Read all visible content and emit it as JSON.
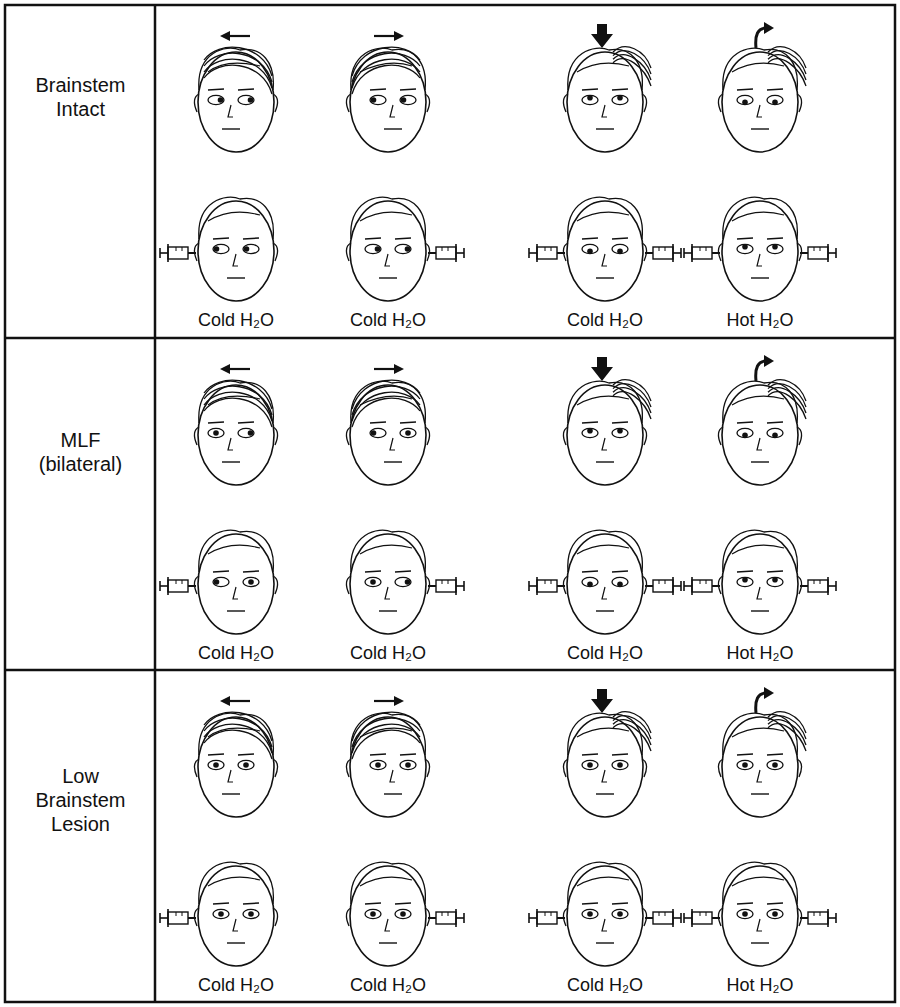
{
  "diagram": {
    "nodes": [
      {
        "text": [
          "Brainstem Intact"
        ]
      },
      {
        "text": [
          "MLF (bilateral)"
        ]
      },
      {
        "text": [
          "Low Brainstem Lesion"
        ]
      }
    ],
    "labels": [
      "Cold H₂O",
      "Cold H₂O",
      "Cold H₂O",
      "Hot H₂O",
      "Cold H₂O",
      "Cold H₂O",
      "Cold H₂O",
      "Hot H₂O",
      "Cold H₂O",
      "Cold H₂O",
      "Cold H₂O",
      "Hot H₂O"
    ]
  }
}
